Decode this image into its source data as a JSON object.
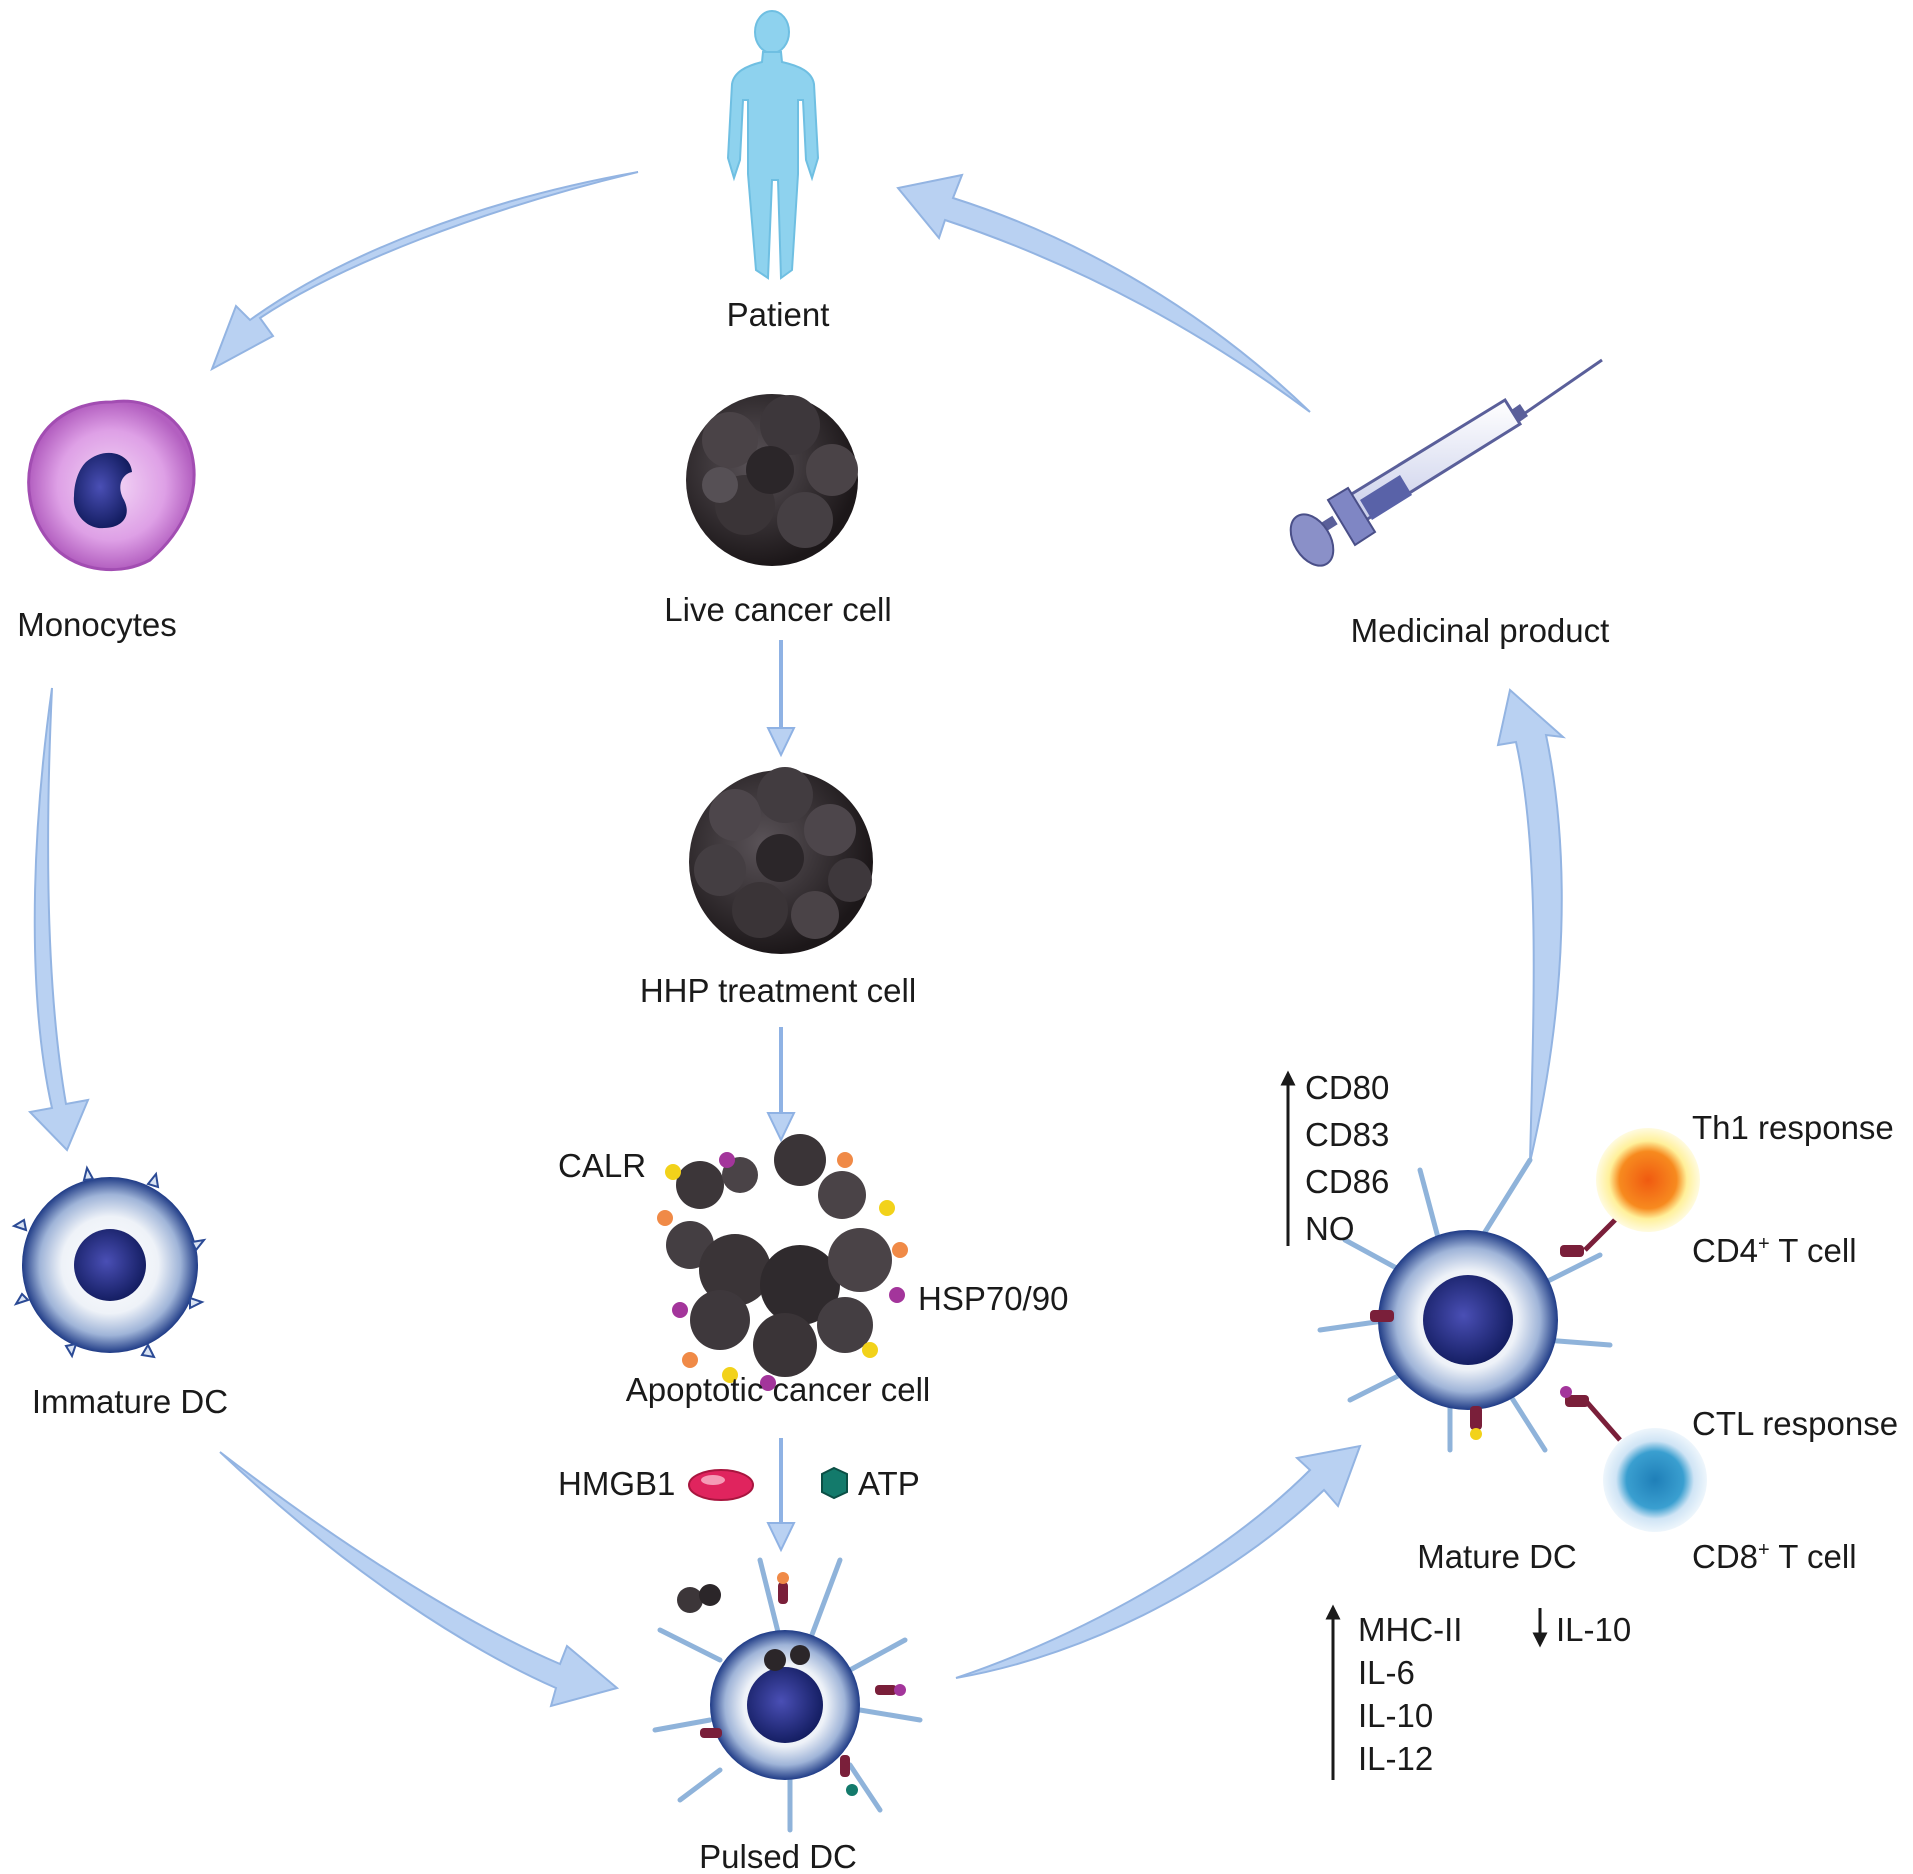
{
  "nodes": {
    "patient": "Patient",
    "monocytes": "Monocytes",
    "live_cancer_cell": "Live cancer cell",
    "hhp_cell": "HHP treatment cell",
    "apoptotic_cell": "Apoptotic cancer cell",
    "immature_dc": "Immature DC",
    "pulsed_dc": "Pulsed DC",
    "mature_dc": "Mature DC",
    "medicinal_product": "Medicinal product"
  },
  "signals": {
    "calr": "CALR",
    "hsp": "HSP70/90",
    "hmgb1": "HMGB1",
    "atp": "ATP"
  },
  "responses": {
    "th1": "Th1 response",
    "cd4_prefix": "CD4",
    "cd4_sup": "+",
    "cd4_suffix": " T cell",
    "ctl": "CTL response",
    "cd8_prefix": "CD8",
    "cd8_sup": "+",
    "cd8_suffix": " T cell"
  },
  "markers_up_surface": [
    "CD80",
    "CD83",
    "CD86",
    "NO"
  ],
  "markers_up_cytokines": [
    "MHC-II",
    "IL-6",
    "IL-10",
    "IL-12"
  ],
  "markers_down": [
    "IL-10"
  ],
  "colors": {
    "arrow_fill": "#b7d0f3",
    "arrow_stroke": "#8fb2e4",
    "patient": "#8ed2ee",
    "monocyte": "#c77fd2",
    "monocyte_nucleus": "#2d1a63",
    "cancer_cell": "#3c363a",
    "dc_blue": "#233e8c",
    "receptor": "#7a1f3a",
    "hmgb1": "#e0245e",
    "atp": "#137a6b",
    "th1_cell": "#f07a12",
    "ctl_cell": "#2b8fc4",
    "calr_dot": "#f2d21a",
    "hsp_dot": "#a3359b",
    "orange_dot": "#f08a47"
  }
}
